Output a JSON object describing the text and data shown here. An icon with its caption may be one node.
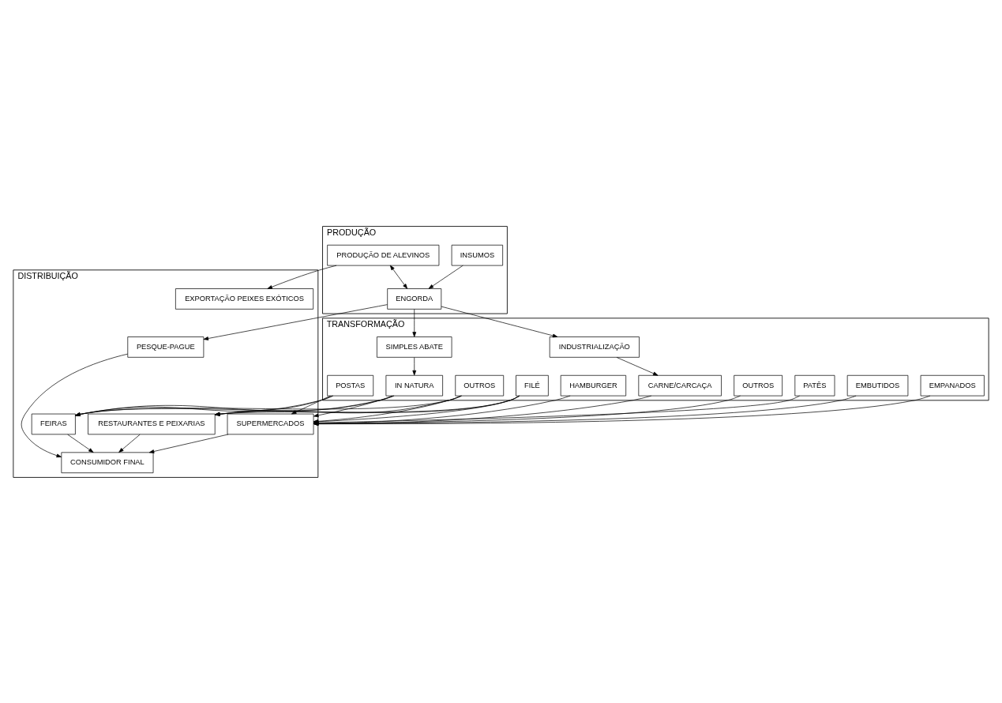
{
  "diagram": {
    "nodes": [
      {
        "text": [
          "PRODUÇÃO"
        ]
      },
      {
        "text": [
          "INSUMOS"
        ],
        "in": 0
      },
      {
        "text": [
          "PRODUÇÃO DE ALEVINOS"
        ],
        "in": 0
      },
      {
        "text": [
          "ENGORDA"
        ],
        "in": 0
      },
      {
        "text": [
          "TRANSFORMAÇÃO"
        ]
      },
      {
        "text": [
          "INDUSTRIALIZAÇÃO"
        ],
        "in": 4
      },
      {
        "text": [
          "CARNE/CARCAÇA"
        ],
        "in": 4
      },
      {
        "text": [
          "HAMBURGER"
        ],
        "in": 4
      },
      {
        "text": [
          "EMPANADOS"
        ],
        "in": 4
      },
      {
        "text": [
          "EMBUTIDOS"
        ],
        "in": 4
      },
      {
        "text": [
          "PATÊS"
        ],
        "in": 4
      },
      {
        "text": [
          "OUTROS"
        ],
        "in": 4
      },
      {
        "text": [
          "SIMPLES ABATE"
        ],
        "in": 4
      },
      {
        "text": [
          "IN NATURA"
        ],
        "in": 4
      },
      {
        "text": [
          "POSTAS"
        ],
        "in": 4
      },
      {
        "text": [
          "FILÉ"
        ],
        "in": 4
      },
      {
        "text": [
          "OUTROS"
        ],
        "in": 4
      },
      {
        "text": [
          "DISTRIBUIÇÃO"
        ]
      },
      {
        "text": [
          "EXPORTAÇÃO PEIXES EXÓTICOS"
        ],
        "in": 17
      },
      {
        "text": [
          "SUPERMERCADOS"
        ],
        "in": 17
      },
      {
        "text": [
          "RESTAURANTES E PEIXARIAS"
        ],
        "in": 17
      },
      {
        "text": [
          "FEIRAS"
        ],
        "in": 17
      },
      {
        "text": [
          "PESQUE-PAGUE"
        ],
        "in": 17
      },
      {
        "text": [
          "CONSUMIDOR FINAL"
        ],
        "in": 17
      }
    ],
    "edges": [
      {
        "from": 1,
        "to": 3,
        "arrow": "to"
      },
      {
        "from": 2,
        "to": 3,
        "arrow": "both"
      },
      {
        "from": 2,
        "to": 18,
        "arrow": "to"
      },
      {
        "from": 3,
        "to": 5,
        "arrow": "to"
      },
      {
        "from": 3,
        "to": 12,
        "arrow": "to"
      },
      {
        "from": 3,
        "to": 22,
        "arrow": "to"
      },
      {
        "from": 5,
        "to": 6,
        "arrow": "to"
      },
      {
        "from": 6,
        "to": 19,
        "arrow": "to"
      },
      {
        "from": 7,
        "to": 19,
        "arrow": "to"
      },
      {
        "from": 8,
        "to": 19,
        "arrow": "to"
      },
      {
        "from": 9,
        "to": 19,
        "arrow": "to"
      },
      {
        "from": 10,
        "to": 19,
        "arrow": "to"
      },
      {
        "from": 11,
        "to": 19,
        "arrow": "to"
      },
      {
        "from": 12,
        "to": 13,
        "arrow": "to"
      },
      {
        "from": 13,
        "to": 21,
        "arrow": "to"
      },
      {
        "from": 13,
        "to": 19,
        "arrow": "to"
      },
      {
        "from": 13,
        "to": 20,
        "arrow": "to"
      },
      {
        "from": 14,
        "to": 21,
        "arrow": "to"
      },
      {
        "from": 14,
        "to": 19,
        "arrow": "to"
      },
      {
        "from": 14,
        "to": 20,
        "arrow": "to"
      },
      {
        "from": 15,
        "to": 21,
        "arrow": "to"
      },
      {
        "from": 15,
        "to": 19,
        "arrow": "to"
      },
      {
        "from": 15,
        "to": 20,
        "arrow": "to"
      },
      {
        "from": 16,
        "to": 21,
        "arrow": "to"
      },
      {
        "from": 16,
        "to": 19,
        "arrow": "to"
      },
      {
        "from": 16,
        "to": 20,
        "arrow": "to"
      },
      {
        "from": 19,
        "to": 23,
        "arrow": "to"
      },
      {
        "from": 20,
        "to": 23,
        "arrow": "to"
      },
      {
        "from": 21,
        "to": 23,
        "arrow": "to"
      },
      {
        "from": 22,
        "to": 23,
        "arrow": "to"
      }
    ]
  }
}
